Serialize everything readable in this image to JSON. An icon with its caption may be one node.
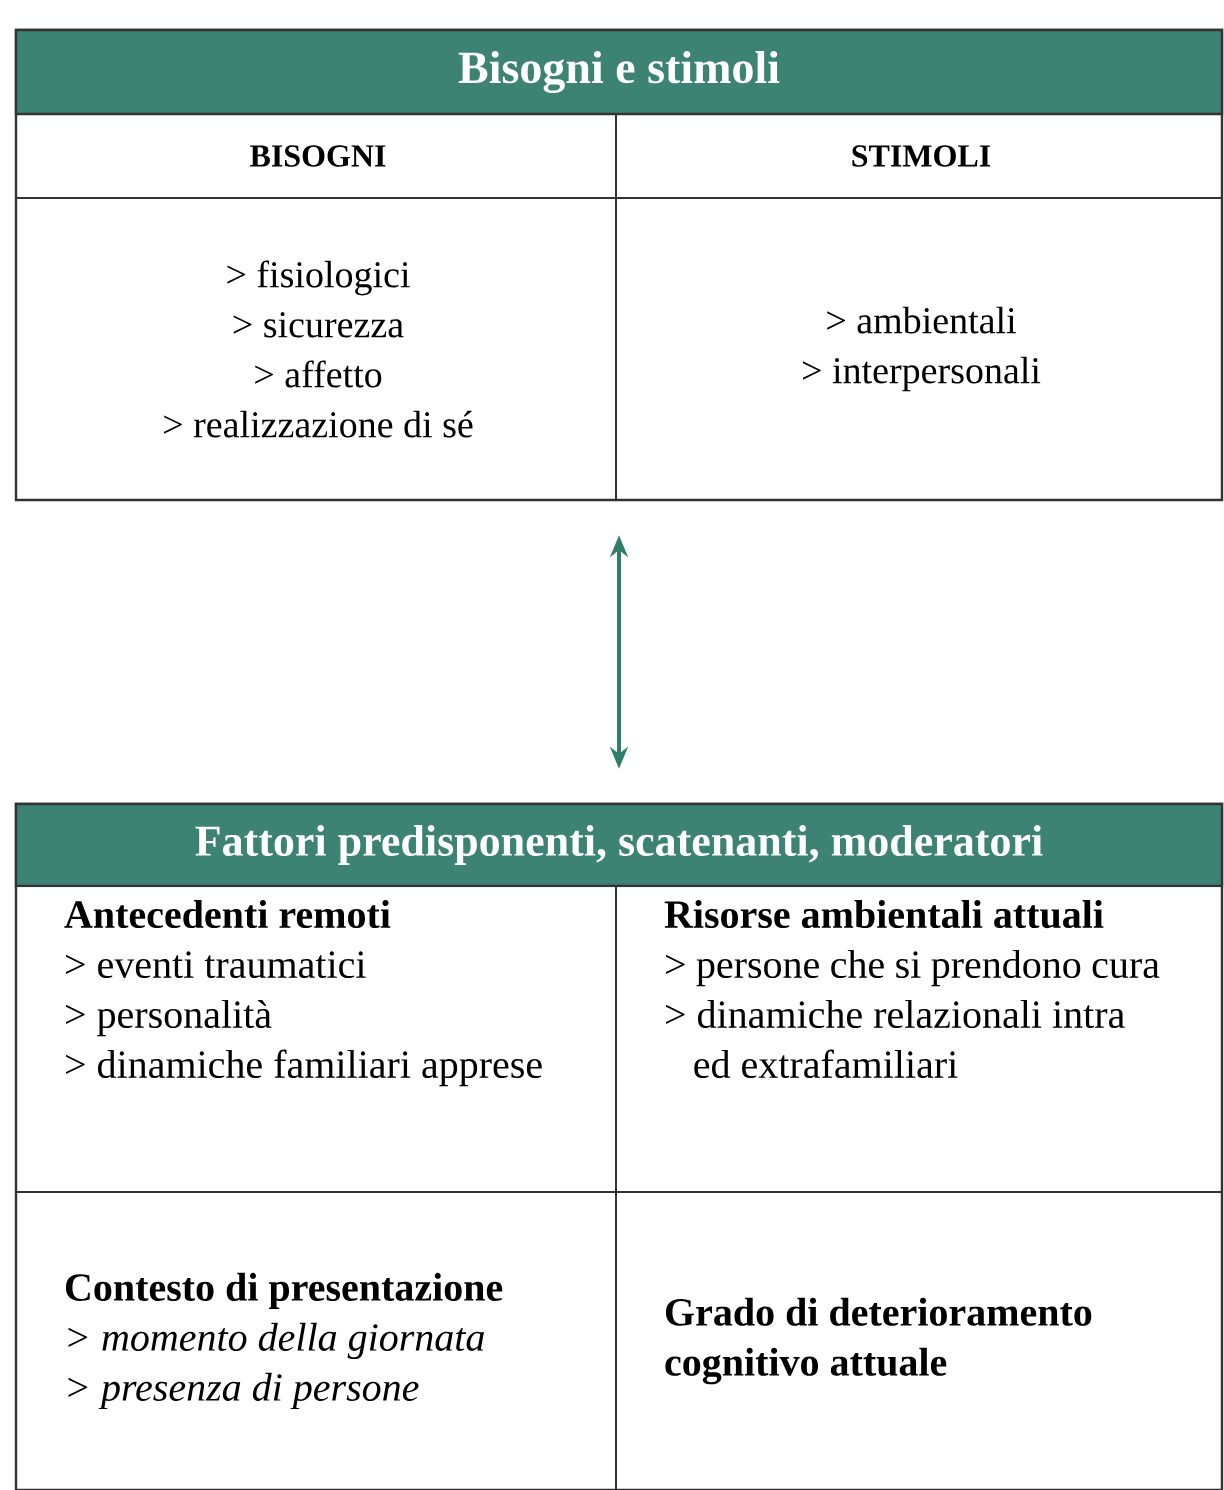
{
  "diagram": {
    "nodes": [
      {
        "text": [
          "Bisogni e stimoli"
        ]
      },
      {
        "text": [
          "BISOGNI"
        ],
        "in": 0
      },
      {
        "text": [
          "STIMOLI"
        ],
        "in": 0
      },
      {
        "text": [
          "> fisiologici",
          "> sicurezza",
          "> affetto",
          "> realizzazione di sé"
        ],
        "in": 0
      },
      {
        "text": [
          "> ambientali",
          "> interpersonali"
        ],
        "in": 0
      },
      {
        "text": [
          "Fattori predisponenti, scatenanti, moderatori"
        ]
      },
      {
        "text": [
          "Antecedenti remoti",
          "> eventi traumatici",
          "> personalità",
          "> dinamiche familiari apprese"
        ],
        "in": 5
      },
      {
        "text": [
          "Risorse ambientali attuali",
          "> persone che si prendono cura",
          "> dinamiche relazionali intra ed extrafamiliari"
        ],
        "in": 5
      },
      {
        "text": [
          "Contesto di presentazione",
          "> momento della giornata",
          "> presenza di persone"
        ],
        "in": 5
      },
      {
        "text": [
          "Grado di deterioramento cognitivo attuale"
        ],
        "in": 5
      }
    ],
    "edges": [
      {
        "from": 0,
        "to": 5,
        "arrow": "both"
      }
    ]
  }
}
